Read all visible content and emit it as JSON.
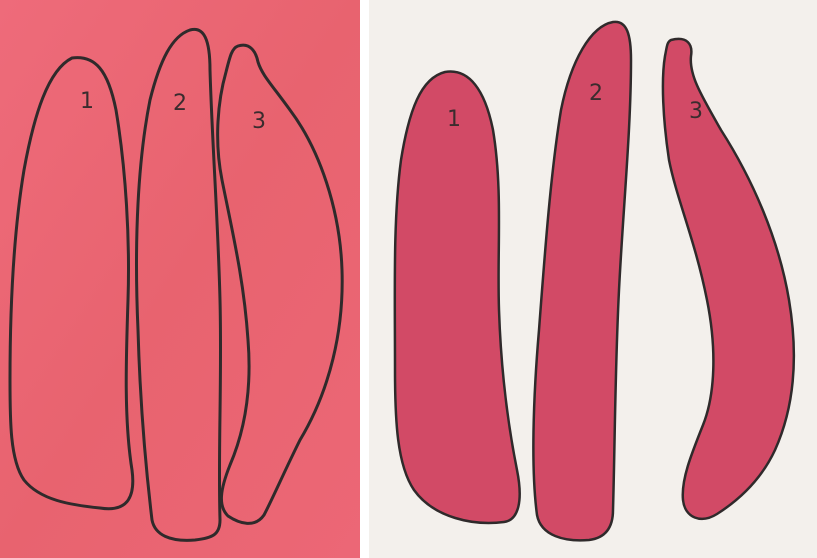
{
  "colors": {
    "paper_pink": "#ea6577",
    "cutout_pink": "#d24a66",
    "background_white": "#f3f0ec",
    "outline": "#2f2a2b",
    "divider": "#ffffff"
  },
  "left_panel": {
    "labels": [
      "1",
      "2",
      "3"
    ]
  },
  "right_panel": {
    "labels": [
      "1",
      "2",
      "3"
    ]
  }
}
